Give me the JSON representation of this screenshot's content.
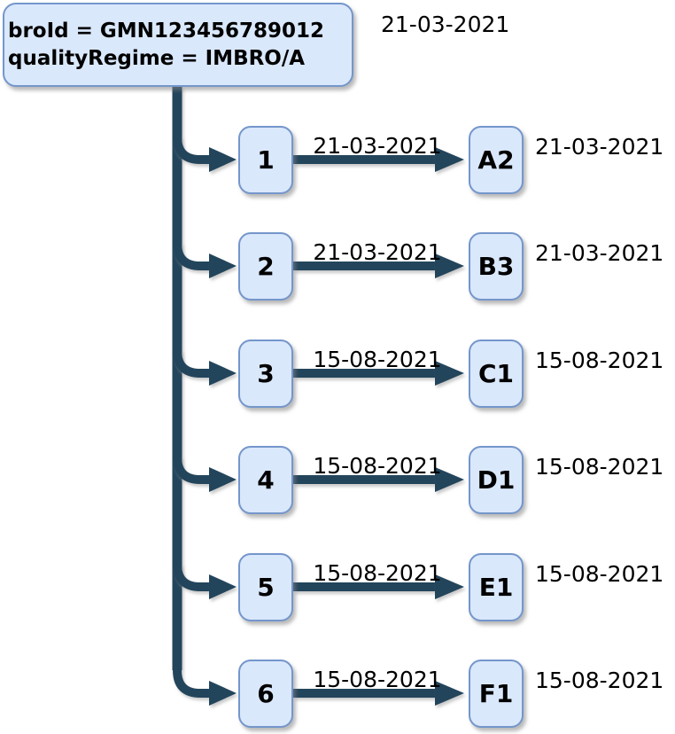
{
  "diagram": {
    "root": {
      "line1": "broId = GMN123456789012",
      "line2": "qualityRegime = IMBRO/A",
      "date": "21-03-2021"
    },
    "rows": [
      {
        "source": "1",
        "target": "A2",
        "edge_date": "21-03-2021",
        "target_date": "21-03-2021"
      },
      {
        "source": "2",
        "target": "B3",
        "edge_date": "21-03-2021",
        "target_date": "21-03-2021"
      },
      {
        "source": "3",
        "target": "C1",
        "edge_date": "15-08-2021",
        "target_date": "15-08-2021"
      },
      {
        "source": "4",
        "target": "D1",
        "edge_date": "15-08-2021",
        "target_date": "15-08-2021"
      },
      {
        "source": "5",
        "target": "E1",
        "edge_date": "15-08-2021",
        "target_date": "15-08-2021"
      },
      {
        "source": "6",
        "target": "F1",
        "edge_date": "15-08-2021",
        "target_date": "15-08-2021"
      }
    ],
    "colors": {
      "edge": "#23455c",
      "node_fill": "#dae8fc",
      "node_stroke": "#7496cb",
      "text": "#000000",
      "background": "#ffffff"
    }
  }
}
